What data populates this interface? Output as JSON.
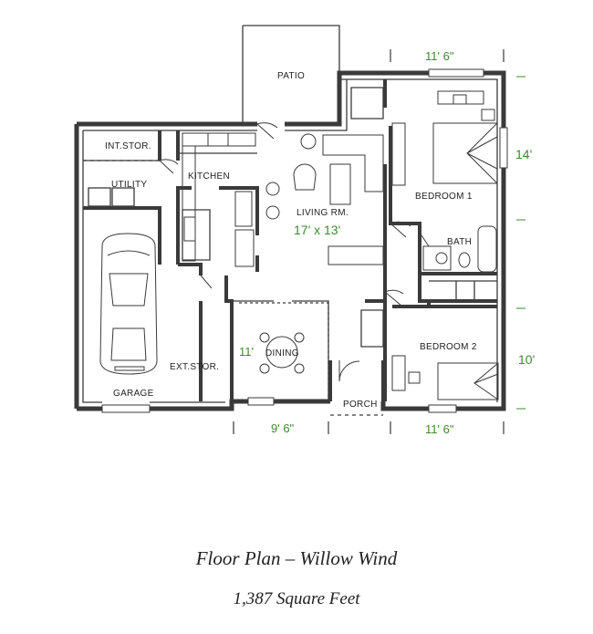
{
  "rooms": {
    "patio": "PATIO",
    "int_stor": "INT.STOR.",
    "utility": "UTILITY",
    "kitchen": "KITCHEN",
    "living": "LIVING RM.",
    "bedroom1": "BEDROOM  1",
    "bath": "BATH",
    "dining": "DINING",
    "bedroom2": "BEDROOM  2",
    "ext_stor": "EXT.STOR.",
    "garage": "GARAGE",
    "porch": "PORCH"
  },
  "dimensions": {
    "living": "17' x 13'",
    "dining": "11'",
    "bedroom1_width": "11' 6\"",
    "bedroom1_depth": "14'",
    "bedroom2_depth": "10'",
    "dining_width": "9' 6\"",
    "bedroom2_width": "11' 6\""
  },
  "caption": {
    "title": "Floor Plan – Willow Wind",
    "subtitle": "1,387 Square Feet"
  },
  "colors": {
    "wall": "#3a3a3a",
    "dimension": "#3e8a2e"
  }
}
